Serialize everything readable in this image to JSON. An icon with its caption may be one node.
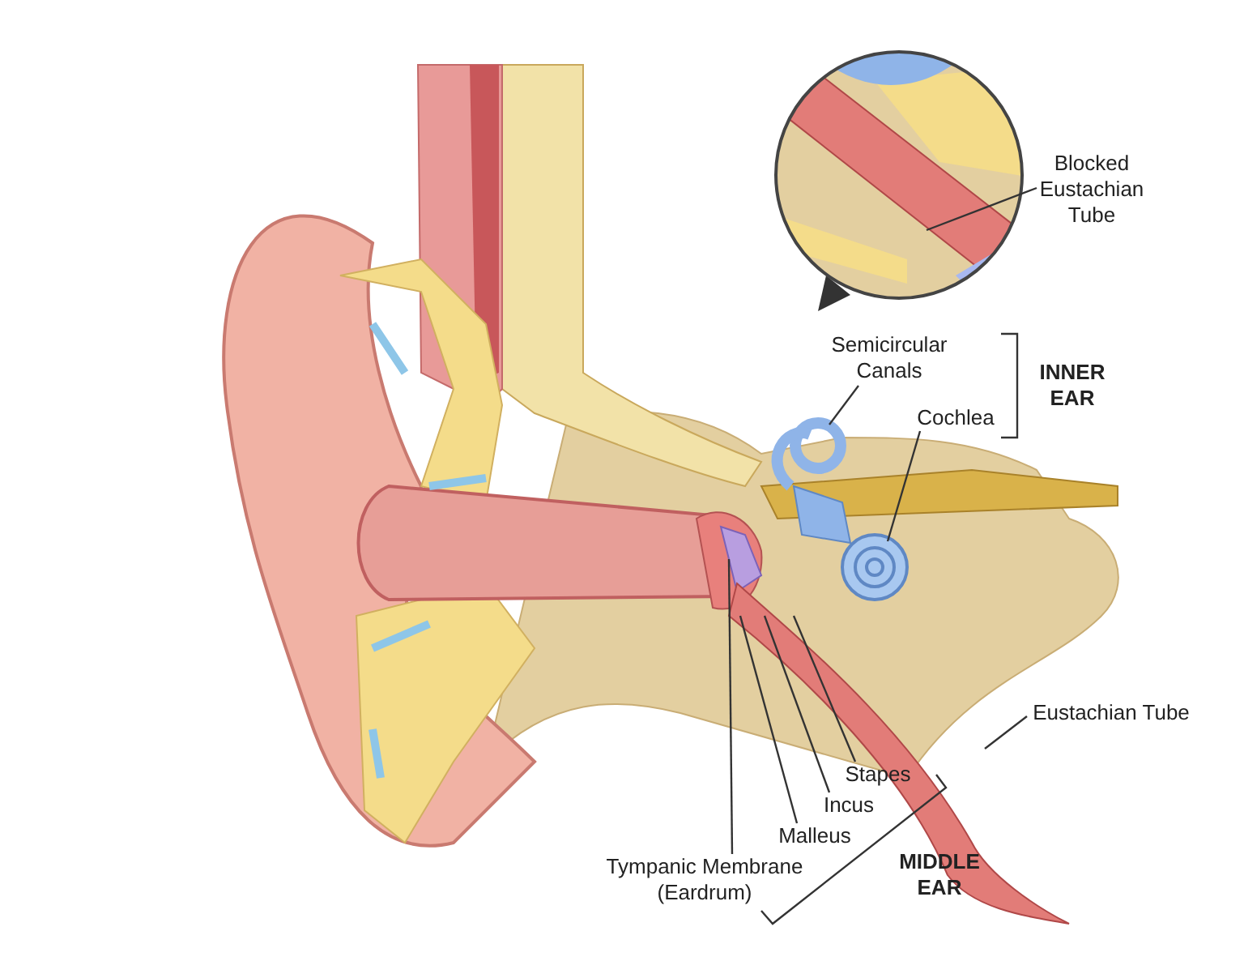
{
  "diagram": {
    "nodes": [
      {
        "text": [
          "Blocked Eustachian Tube"
        ]
      },
      {
        "text": [
          "Semicircular Canals"
        ]
      },
      {
        "text": [
          "Cochlea"
        ]
      },
      {
        "text": [
          "Eustachian Tube"
        ]
      },
      {
        "text": [
          "Stapes"
        ]
      },
      {
        "text": [
          "Incus"
        ]
      },
      {
        "text": [
          "Malleus"
        ]
      },
      {
        "text": [
          "Tympanic Membrane (Eardrum)"
        ]
      }
    ],
    "edges": [
      {
        "from": 0,
        "to": null,
        "arrow": "none"
      },
      {
        "from": 1,
        "to": null,
        "arrow": "none"
      },
      {
        "from": 2,
        "to": null,
        "arrow": "none"
      },
      {
        "from": 3,
        "to": null,
        "arrow": "none"
      },
      {
        "from": 4,
        "to": null,
        "arrow": "none"
      },
      {
        "from": 5,
        "to": null,
        "arrow": "none"
      },
      {
        "from": 6,
        "to": null,
        "arrow": "none"
      },
      {
        "from": 7,
        "to": null,
        "arrow": "none"
      }
    ],
    "labels": [
      "INNER EAR",
      "MIDDLE EAR"
    ]
  }
}
